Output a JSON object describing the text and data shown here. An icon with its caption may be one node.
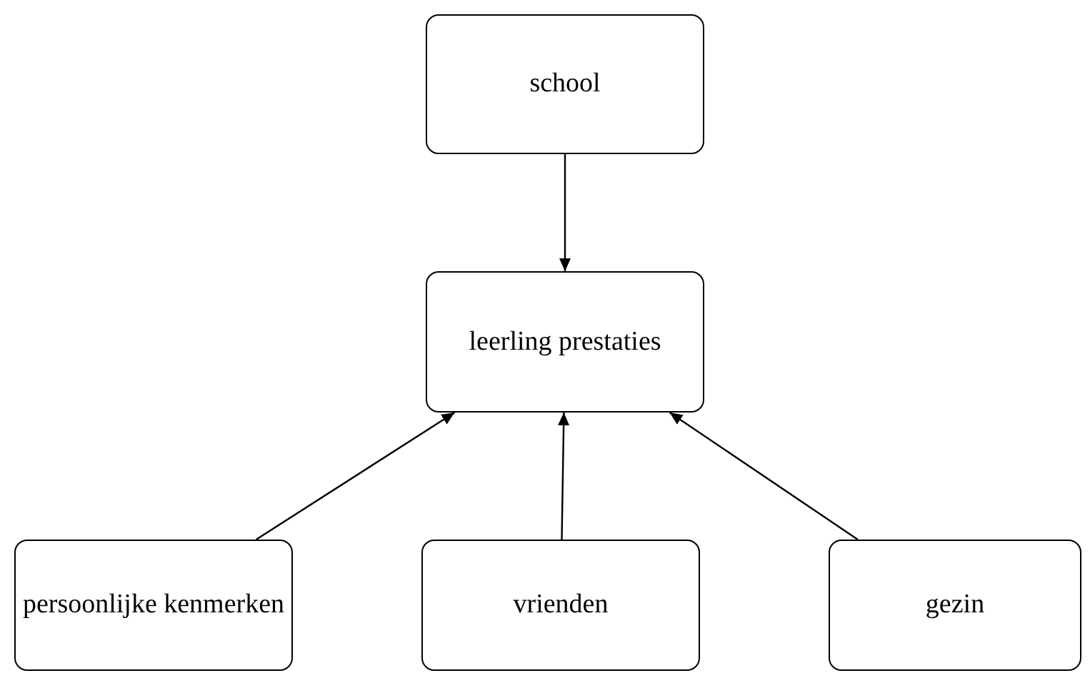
{
  "diagram": {
    "nodes": [
      {
        "text": [
          "school"
        ]
      },
      {
        "text": [
          "leerling prestaties"
        ]
      },
      {
        "text": [
          "persoonlijke kenmerken"
        ]
      },
      {
        "text": [
          "vrienden"
        ]
      },
      {
        "text": [
          "gezin"
        ]
      }
    ],
    "edges": [
      {
        "from": 0,
        "to": 1,
        "arrow": "to"
      },
      {
        "from": 2,
        "to": 1,
        "arrow": "to"
      },
      {
        "from": 3,
        "to": 1,
        "arrow": "to"
      },
      {
        "from": 4,
        "to": 1,
        "arrow": "to"
      }
    ]
  }
}
